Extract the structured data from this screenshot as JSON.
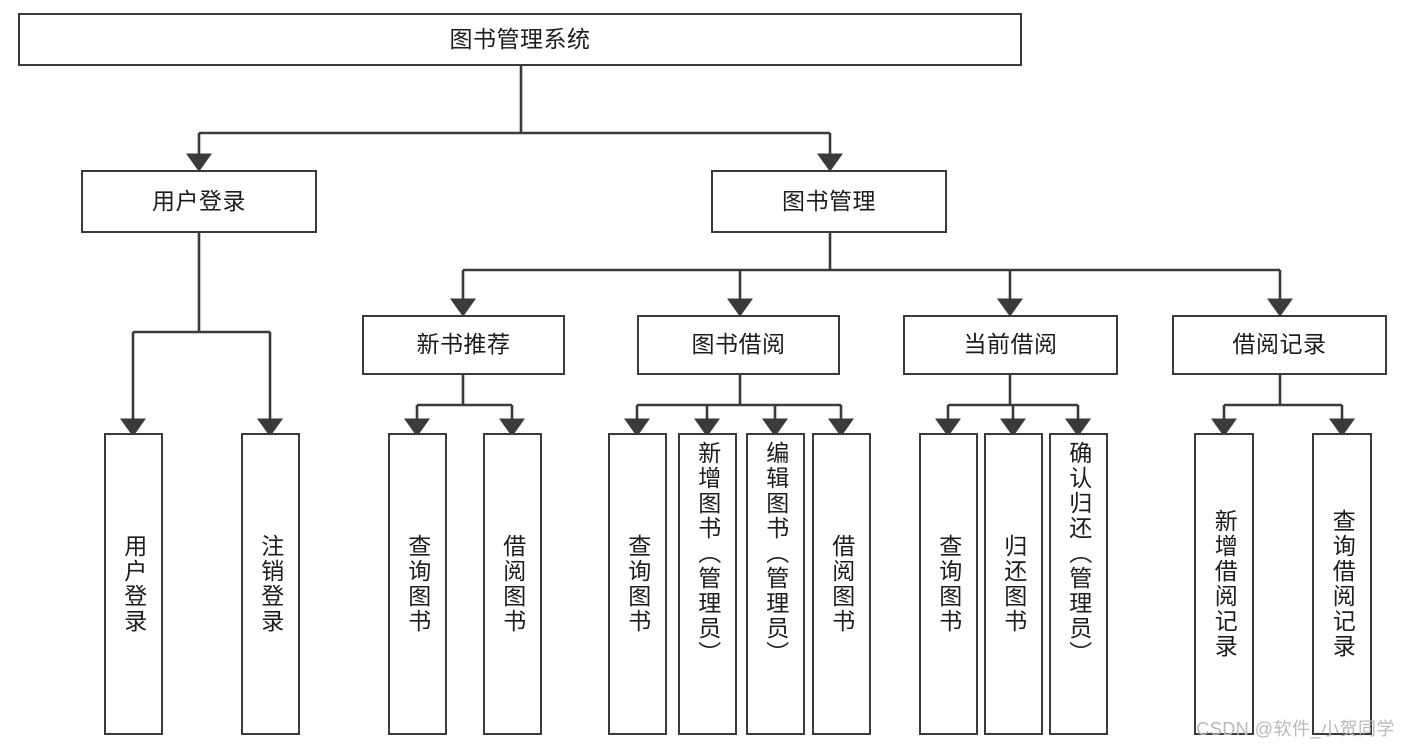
{
  "diagram": {
    "title": "图书管理系统",
    "watermark": "CSDN @软件_小贺同学",
    "colors": {
      "box_border": "#3a3a3a",
      "connector": "#3a3a3a",
      "text": "#1c1c1c",
      "background": "#ffffff",
      "watermark": "#b9b9b9"
    },
    "root": {
      "label": "图书管理系统"
    },
    "level2": [
      {
        "label": "用户登录"
      },
      {
        "label": "图书管理"
      }
    ],
    "level3": [
      {
        "label": "新书推荐"
      },
      {
        "label": "图书借阅"
      },
      {
        "label": "当前借阅"
      },
      {
        "label": "借阅记录"
      }
    ],
    "leaves": {
      "user_login": [
        {
          "label": "用户登录"
        },
        {
          "label": "注销登录"
        }
      ],
      "new_book_recommend": [
        {
          "label": "查询图书"
        },
        {
          "label": "借阅图书"
        }
      ],
      "book_borrow": [
        {
          "label": "查询图书"
        },
        {
          "label": "新增图书（管理员）"
        },
        {
          "label": "编辑图书（管理员）"
        },
        {
          "label": "借阅图书"
        }
      ],
      "current_borrow": [
        {
          "label": "查询图书"
        },
        {
          "label": "归还图书"
        },
        {
          "label": "确认归还（管理员）"
        }
      ],
      "borrow_record": [
        {
          "label": "新增借阅记录"
        },
        {
          "label": "查询借阅记录"
        }
      ]
    }
  }
}
